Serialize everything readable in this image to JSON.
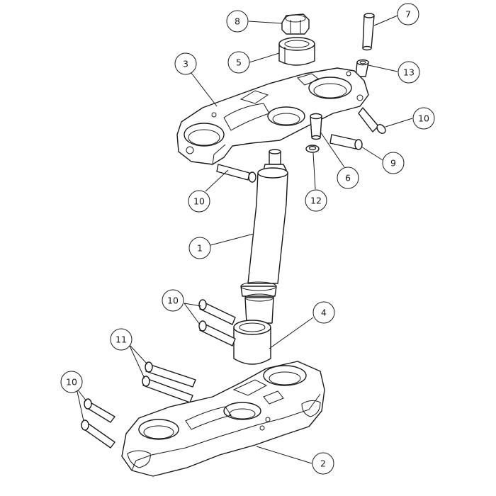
{
  "callouts": [
    {
      "id": "c8",
      "label": "8"
    },
    {
      "id": "c7",
      "label": "7"
    },
    {
      "id": "c5",
      "label": "5"
    },
    {
      "id": "c3",
      "label": "3"
    },
    {
      "id": "c13",
      "label": "13"
    },
    {
      "id": "c10a",
      "label": "10"
    },
    {
      "id": "c9",
      "label": "9"
    },
    {
      "id": "c6",
      "label": "6"
    },
    {
      "id": "c12",
      "label": "12"
    },
    {
      "id": "c10b",
      "label": "10"
    },
    {
      "id": "c1",
      "label": "1"
    },
    {
      "id": "c10c",
      "label": "10"
    },
    {
      "id": "c4",
      "label": "4"
    },
    {
      "id": "c11",
      "label": "11"
    },
    {
      "id": "c10d",
      "label": "10"
    },
    {
      "id": "c2",
      "label": "2"
    }
  ]
}
